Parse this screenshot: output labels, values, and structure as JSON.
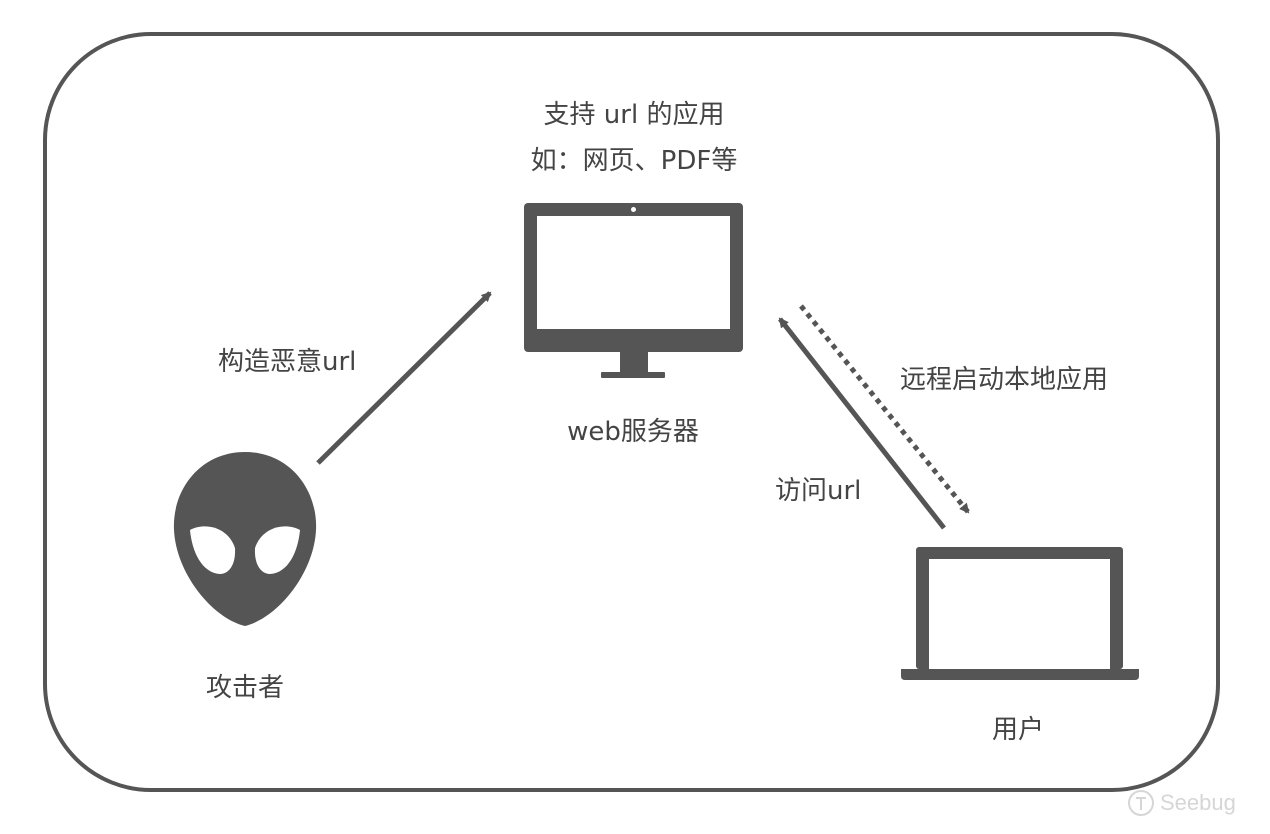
{
  "nodes": {
    "app": {
      "line1": "支持 url 的应用",
      "line2": "如：网页、PDF等"
    },
    "server": {
      "label": "web服务器"
    },
    "attacker": {
      "label": "攻击者"
    },
    "user": {
      "label": "用户"
    }
  },
  "edges": {
    "attacker_to_server": "构造恶意url",
    "user_to_server": "访问url",
    "server_to_user": "远程启动本地应用"
  },
  "watermark": "Seebug",
  "colors": {
    "stroke": "#555555",
    "text": "#444444",
    "watermark": "#d6d6d6"
  }
}
